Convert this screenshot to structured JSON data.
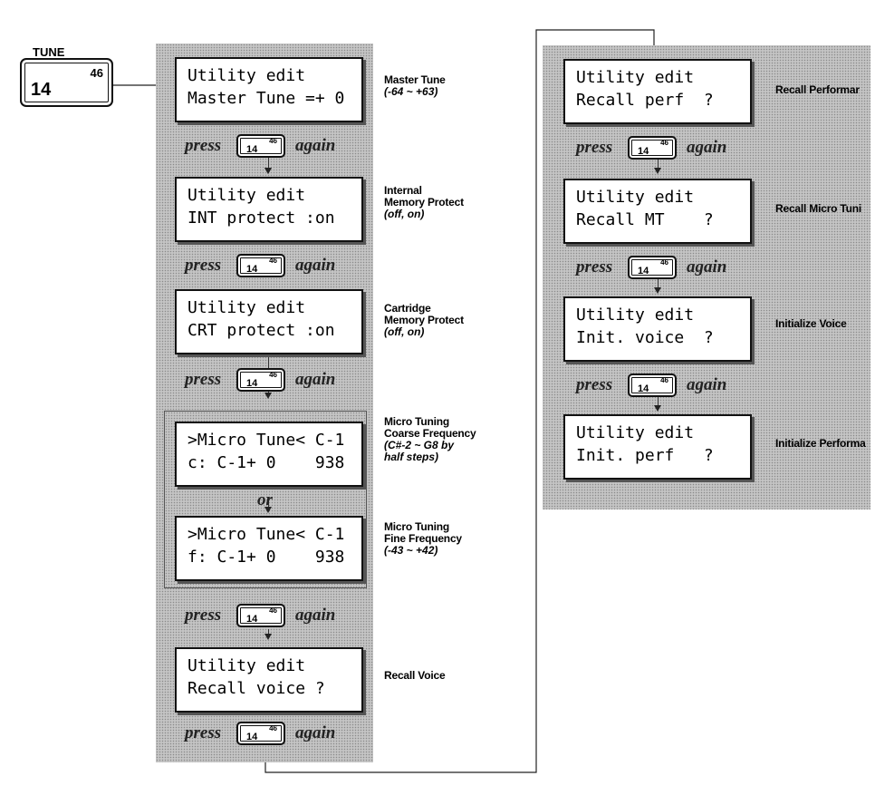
{
  "tune_button": {
    "label": "TUNE",
    "main": "14",
    "sub": "46"
  },
  "mini_button": {
    "main": "14",
    "sub": "46"
  },
  "press_word": "press",
  "again_word": "again",
  "or_word": "or",
  "screens": [
    {
      "id": "master-tune",
      "line1": "Utility edit",
      "line2": "Master Tune =+ 0",
      "title": [
        "Master Tune"
      ],
      "range": [
        "(-64 ~ +63)"
      ]
    },
    {
      "id": "int-protect",
      "line1": "Utility edit",
      "line2": "INT protect :on",
      "title": [
        "Internal",
        "Memory Protect"
      ],
      "range": [
        "(off, on)"
      ]
    },
    {
      "id": "crt-protect",
      "line1": "Utility edit",
      "line2": "CRT protect :on",
      "title": [
        "Cartridge",
        "Memory Protect"
      ],
      "range": [
        "(off, on)"
      ]
    },
    {
      "id": "micro-coarse",
      "line1": ">Micro Tune< C-1",
      "line2": "c: C-1+ 0    938",
      "title": [
        "Micro Tuning",
        "Coarse Frequency"
      ],
      "range": [
        "(C#-2 ~ G8 by",
        " half steps)"
      ]
    },
    {
      "id": "micro-fine",
      "line1": ">Micro Tune< C-1",
      "line2": "f: C-1+ 0    938",
      "title": [
        "Micro Tuning",
        "Fine Frequency"
      ],
      "range": [
        "(-43 ~ +42)"
      ]
    },
    {
      "id": "recall-voice",
      "line1": "Utility edit",
      "line2": "Recall voice ?",
      "title": [
        "Recall Voice"
      ],
      "range": []
    },
    {
      "id": "recall-perf",
      "line1": "Utility edit",
      "line2": "Recall perf  ?",
      "title": [
        "Recall Performar"
      ],
      "range": []
    },
    {
      "id": "recall-mt",
      "line1": "Utility edit",
      "line2": "Recall MT    ?",
      "title": [
        "Recall Micro Tuni"
      ],
      "range": []
    },
    {
      "id": "init-voice",
      "line1": "Utility edit",
      "line2": "Init. voice  ?",
      "title": [
        "Initialize Voice"
      ],
      "range": []
    },
    {
      "id": "init-perf",
      "line1": "Utility edit",
      "line2": "Init. perf   ?",
      "title": [
        "Initialize Performa"
      ],
      "range": []
    }
  ]
}
